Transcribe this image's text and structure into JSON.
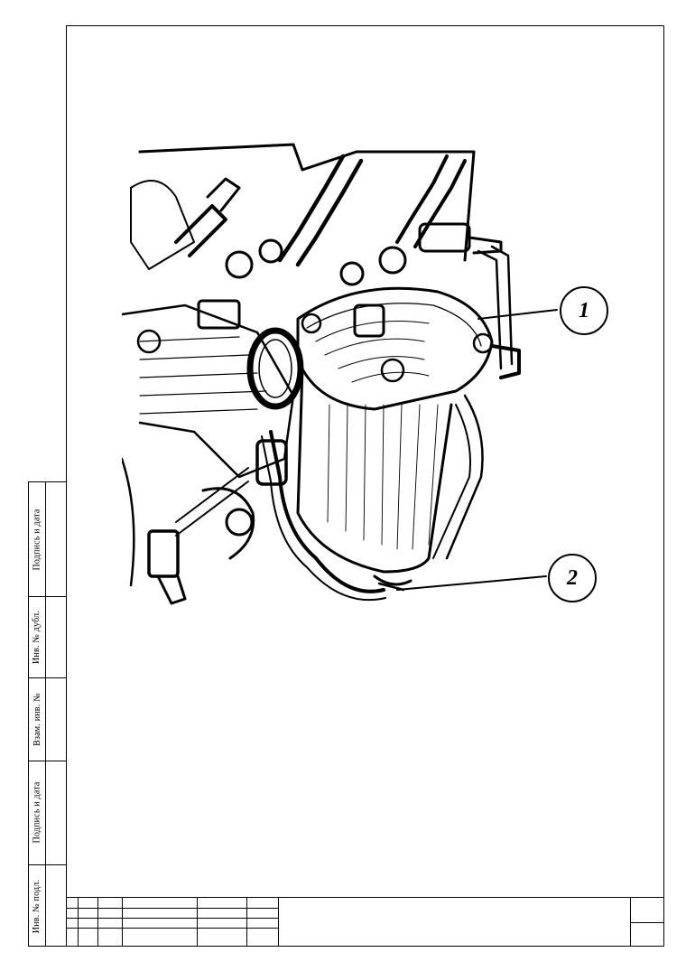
{
  "side_stamps": [
    {
      "label": "Подпись и дата"
    },
    {
      "label": "Инв. № дубл."
    },
    {
      "label": "Взам. инв. №"
    },
    {
      "label": "Подпись и дата"
    },
    {
      "label": "Инв. № подл."
    }
  ],
  "callouts": [
    {
      "number": "1"
    },
    {
      "number": "2"
    }
  ]
}
